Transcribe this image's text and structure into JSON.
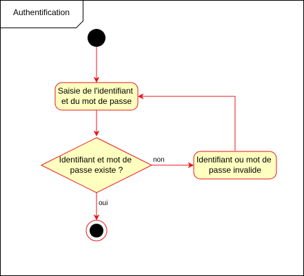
{
  "frame": {
    "title": "Authentification"
  },
  "nodes": {
    "start": {
      "kind": "initial-node"
    },
    "enter_credentials": {
      "kind": "action",
      "lines": [
        "Saisie de l'identifiant",
        "et du mot de passe"
      ]
    },
    "check_exists": {
      "kind": "decision",
      "lines": [
        "Identifiant et mot de",
        "passe existe ?"
      ]
    },
    "invalid": {
      "kind": "action",
      "lines": [
        "Identifiant ou mot de",
        "passe invalide"
      ]
    },
    "end": {
      "kind": "final-node"
    }
  },
  "edges": {
    "no_label": "non",
    "yes_label": "oui"
  },
  "colors": {
    "stroke": "#e8141b",
    "fill": "#ffffc0",
    "frame_stroke": "#000000",
    "node_dark": "#000000"
  }
}
